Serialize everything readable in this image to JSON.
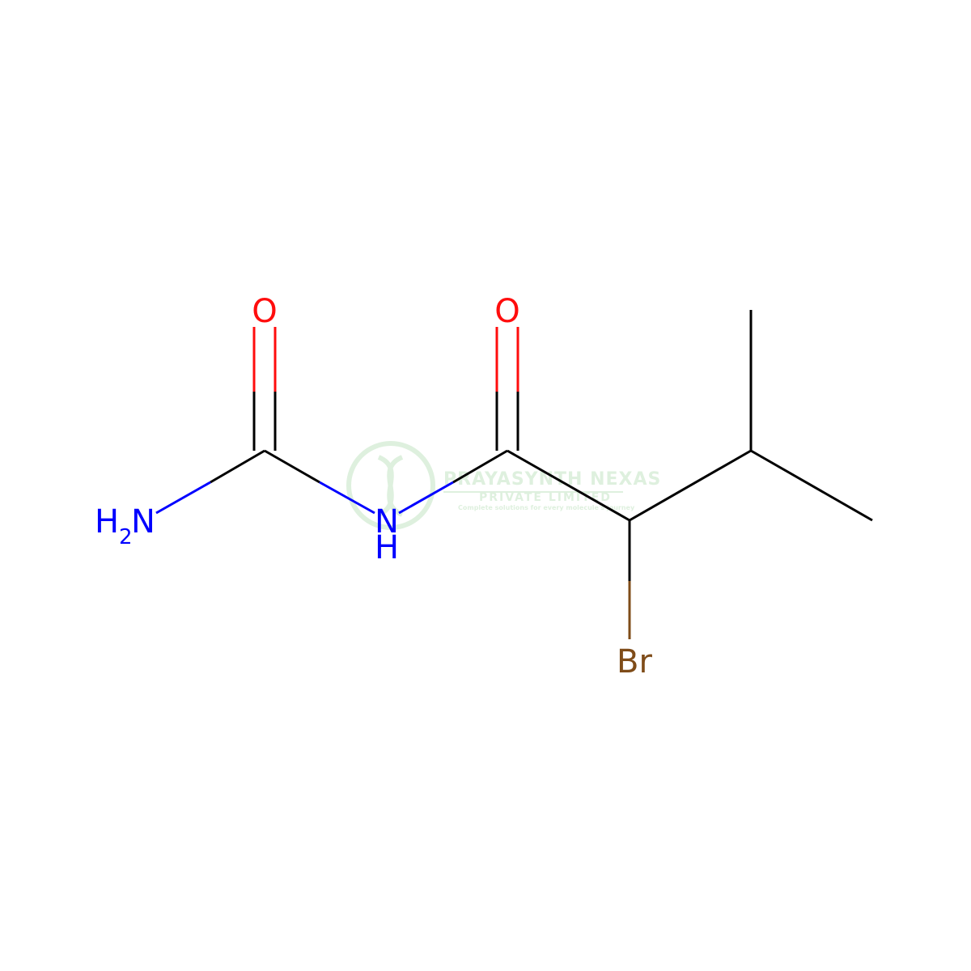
{
  "colors": {
    "bond": "#000000",
    "oxygen": "#ff0d0d",
    "nitrogen": "#0000ff",
    "bromine": "#7f4c19",
    "watermark": "#4cae4c"
  },
  "atoms": {
    "o_left": "O",
    "o_right": "O",
    "nh2_main": "H",
    "nh2_sub": "2",
    "nh2_n": "N",
    "nh_n": "N",
    "nh_h": "H",
    "br": "Br"
  },
  "watermark": {
    "title": "PRAYASYNTH NEXAS",
    "subtitle": "PRIVATE LIMITED",
    "tagline": "Complete solutions for every molecule's journey"
  }
}
